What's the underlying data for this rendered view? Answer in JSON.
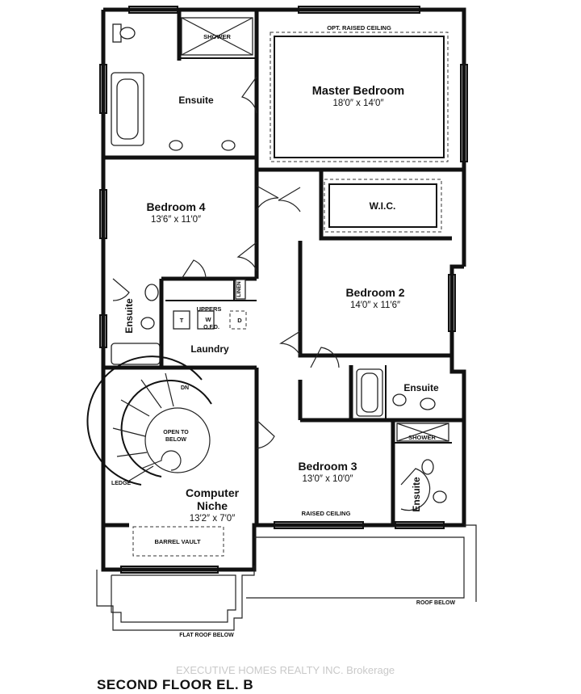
{
  "title": "SECOND FLOOR EL. B",
  "watermark": "EXECUTIVE HOMES REALTY INC. Brokerage",
  "rooms": {
    "master_bedroom": {
      "name": "Master Bedroom",
      "dims": "18′0″ x 14′0″"
    },
    "bedroom4": {
      "name": "Bedroom 4",
      "dims": "13′6″ x 11′0″"
    },
    "bedroom2": {
      "name": "Bedroom 2",
      "dims": "14′0″ x 11′6″"
    },
    "bedroom3": {
      "name": "Bedroom 3",
      "dims": "13′0″ x 10′0″"
    },
    "computer_niche": {
      "name_line1": "Computer",
      "name_line2": "Niche",
      "dims": "13′2″ x 7′0″"
    },
    "wic": {
      "name": "W.I.C."
    },
    "laundry": {
      "name": "Laundry"
    },
    "ensuite_master": {
      "name": "Ensuite"
    },
    "ensuite_b4": {
      "name": "Ensuite"
    },
    "ensuite_b2": {
      "name": "Ensuite"
    },
    "ensuite_b3": {
      "name": "Ensuite"
    }
  },
  "annotations": {
    "shower_top": "SHOWER",
    "shower_b3": "SHOWER",
    "opt_raised_ceiling": "OPT. RAISED CEILING",
    "raised_ceiling": "RAISED CEILING",
    "barrel_vault": "BARREL VAULT",
    "linen": "LINEN",
    "uppers": "UPPERS",
    "ofd": "O.F.D.",
    "t": "T",
    "w": "W",
    "d": "D",
    "dn": "DN",
    "open_to_below_1": "OPEN TO",
    "open_to_below_2": "BELOW",
    "ledge": "LEDGE",
    "roof_below": "ROOF BELOW",
    "flat_roof_below": "FLAT ROOF BELOW"
  }
}
